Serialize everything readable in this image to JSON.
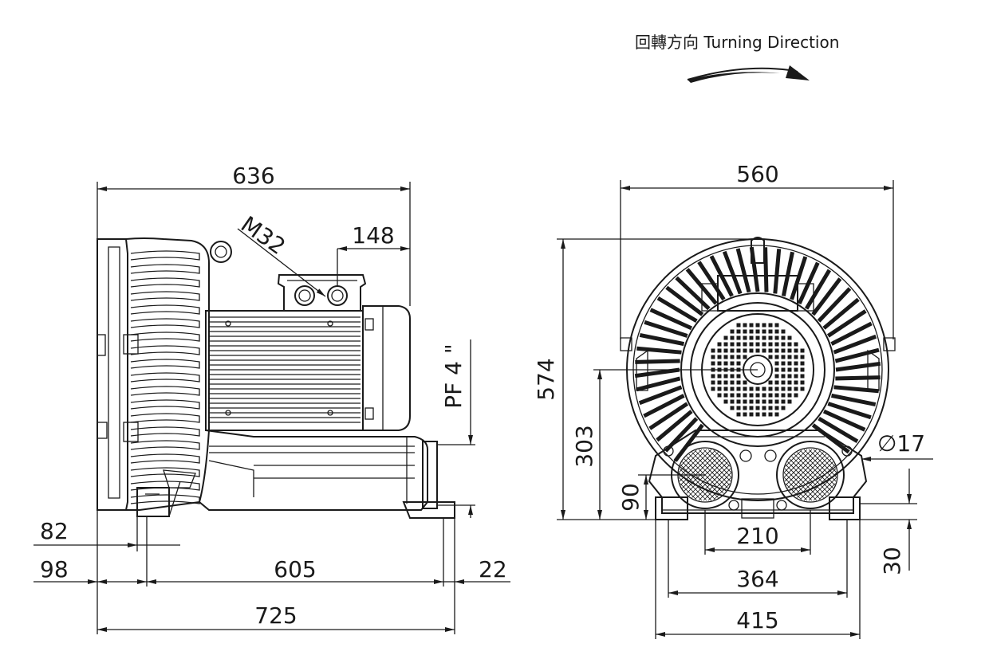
{
  "rotation": {
    "label": "回轉方向  Turning Direction",
    "arrow_icon": "curved-arrow-icon"
  },
  "side_view": {
    "overall_length_top": "636",
    "cable_gland": "M32",
    "gland_offset": "148",
    "port_thread": "PF 4 \"",
    "base_dim_82": "82",
    "base_dim_98": "98",
    "foot_span": "605",
    "foot_offset": "22",
    "overall_length_bottom": "725"
  },
  "front_view": {
    "overall_width_top": "560",
    "overall_height": "574",
    "shaft_height": "303",
    "port_height": "90",
    "mount_hole": "∅17",
    "port_spacing": "210",
    "foot_span_inner": "364",
    "foot_span_outer": "415",
    "foot_height": "30"
  }
}
